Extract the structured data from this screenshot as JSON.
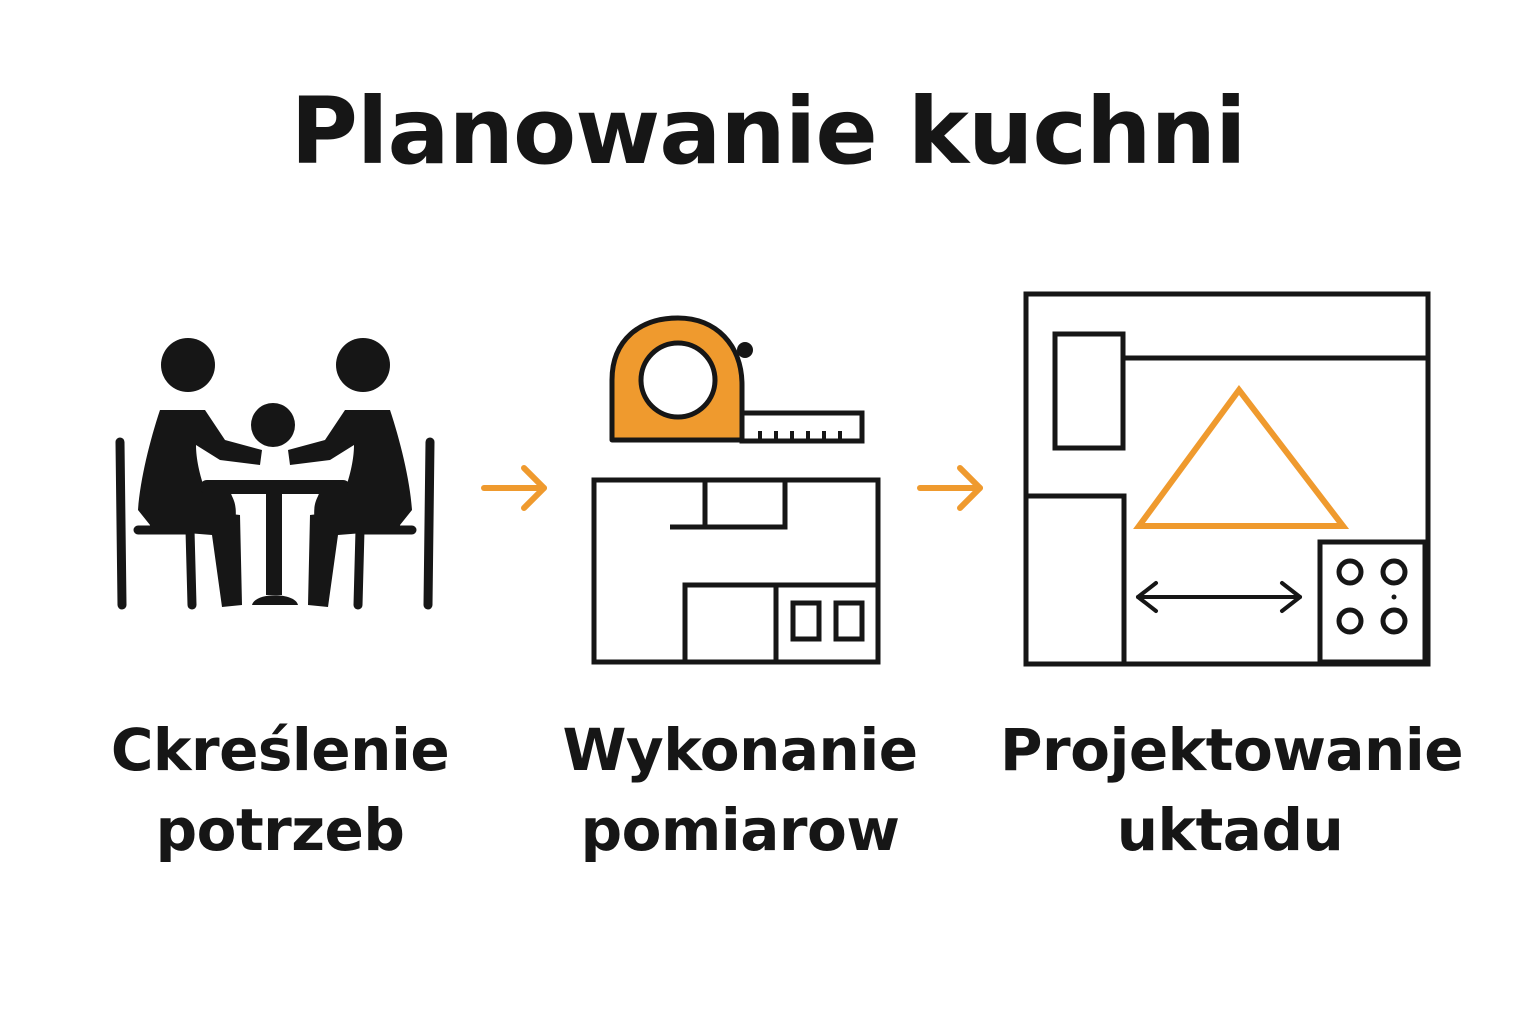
{
  "title": "Planowanie kuchni",
  "colors": {
    "ink": "#161616",
    "accent": "#ef9a2e",
    "background": "#ffffff"
  },
  "steps": [
    {
      "icon": "people-at-table-icon",
      "line1": "Ckreślenie",
      "line2": "potrzeb"
    },
    {
      "icon": "tape-measure-and-floor-plan-icon",
      "line1": "Wykonanie",
      "line2": "pomiarow"
    },
    {
      "icon": "kitchen-layout-plan-icon",
      "line1": "Projektowanie",
      "line2": "uktadu"
    }
  ],
  "connectors": [
    "arrow-right-icon",
    "arrow-right-icon"
  ]
}
